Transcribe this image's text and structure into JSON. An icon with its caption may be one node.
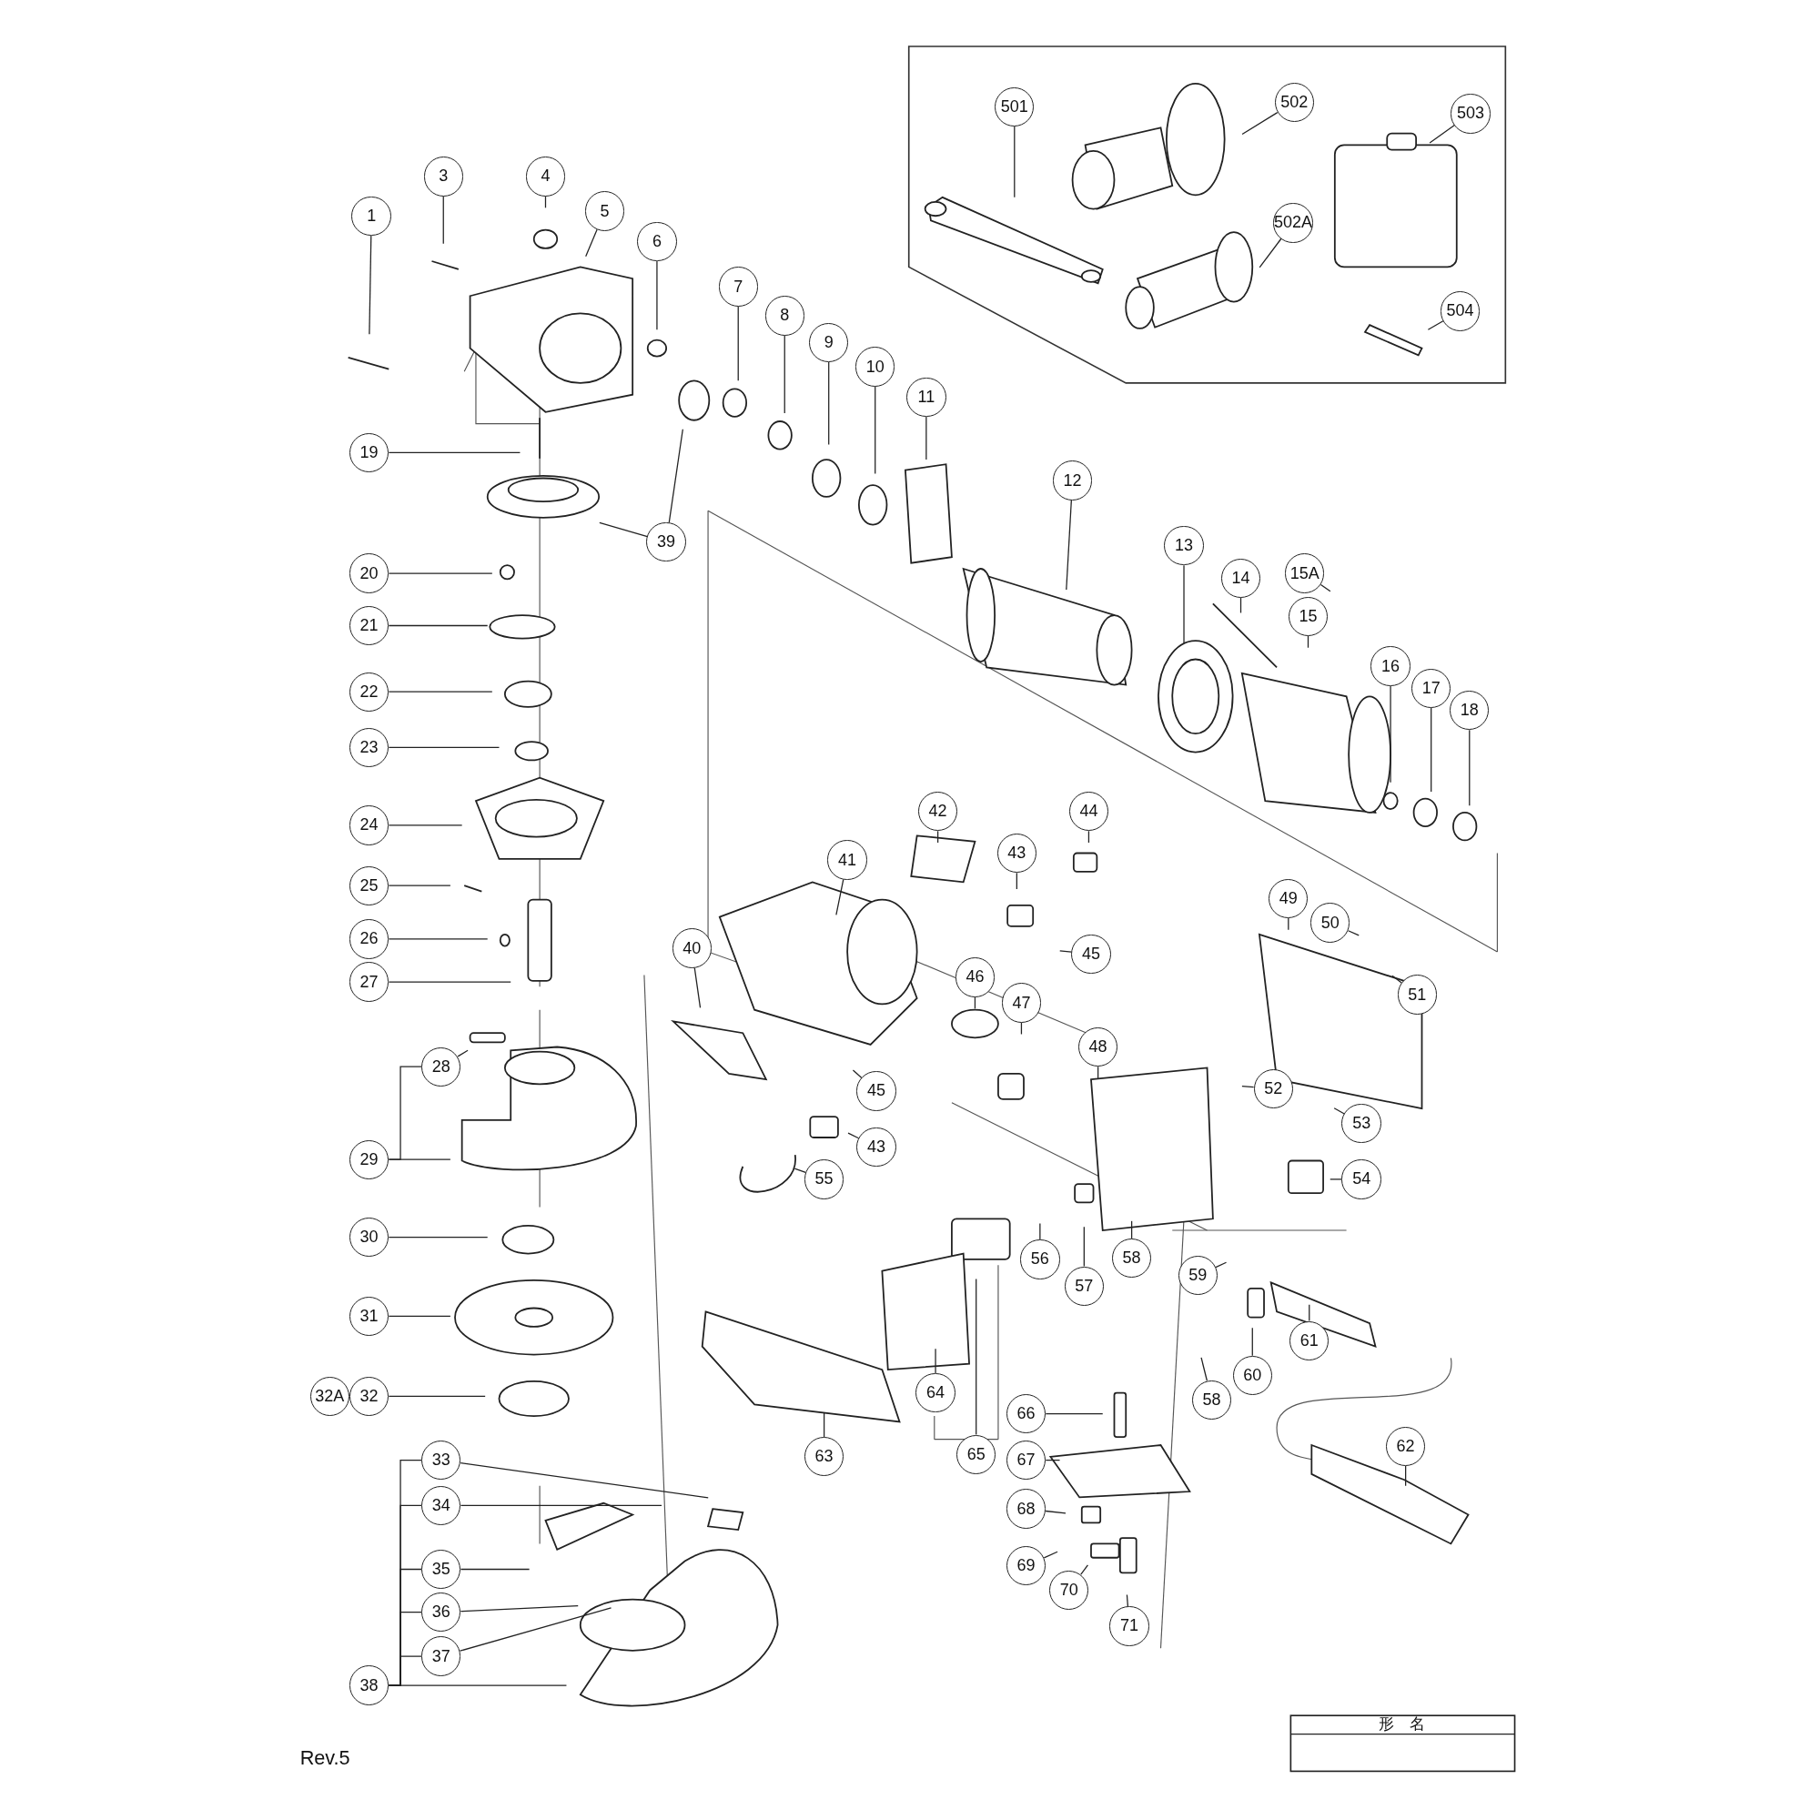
{
  "diagram": {
    "nodes": [
      {
        "text": [
          "1"
        ]
      },
      {
        "text": [
          "3"
        ]
      },
      {
        "text": [
          "4"
        ]
      },
      {
        "text": [
          "5"
        ]
      },
      {
        "text": [
          "6"
        ]
      },
      {
        "text": [
          "7"
        ]
      },
      {
        "text": [
          "8"
        ]
      },
      {
        "text": [
          "9"
        ]
      },
      {
        "text": [
          "10"
        ]
      },
      {
        "text": [
          "11"
        ]
      },
      {
        "text": [
          "12"
        ]
      },
      {
        "text": [
          "13"
        ]
      },
      {
        "text": [
          "14"
        ]
      },
      {
        "text": [
          "15A"
        ]
      },
      {
        "text": [
          "15"
        ]
      },
      {
        "text": [
          "16"
        ]
      },
      {
        "text": [
          "17"
        ]
      },
      {
        "text": [
          "18"
        ]
      },
      {
        "text": [
          "19"
        ]
      },
      {
        "text": [
          "20"
        ]
      },
      {
        "text": [
          "21"
        ]
      },
      {
        "text": [
          "22"
        ]
      },
      {
        "text": [
          "23"
        ]
      },
      {
        "text": [
          "24"
        ]
      },
      {
        "text": [
          "25"
        ]
      },
      {
        "text": [
          "26"
        ]
      },
      {
        "text": [
          "27"
        ]
      },
      {
        "text": [
          "28"
        ]
      },
      {
        "text": [
          "29"
        ]
      },
      {
        "text": [
          "30"
        ]
      },
      {
        "text": [
          "31"
        ]
      },
      {
        "text": [
          "32A"
        ]
      },
      {
        "text": [
          "32"
        ]
      },
      {
        "text": [
          "33"
        ]
      },
      {
        "text": [
          "34"
        ]
      },
      {
        "text": [
          "35"
        ]
      },
      {
        "text": [
          "36"
        ]
      },
      {
        "text": [
          "37"
        ]
      },
      {
        "text": [
          "38"
        ]
      },
      {
        "text": [
          "39"
        ]
      },
      {
        "text": [
          "40"
        ]
      },
      {
        "text": [
          "41"
        ]
      },
      {
        "text": [
          "42"
        ]
      },
      {
        "text": [
          "43"
        ]
      },
      {
        "text": [
          "44"
        ]
      },
      {
        "text": [
          "45"
        ]
      },
      {
        "text": [
          "46"
        ]
      },
      {
        "text": [
          "47"
        ]
      },
      {
        "text": [
          "48"
        ]
      },
      {
        "text": [
          "49"
        ]
      },
      {
        "text": [
          "50"
        ]
      },
      {
        "text": [
          "51"
        ]
      },
      {
        "text": [
          "52"
        ]
      },
      {
        "text": [
          "53"
        ]
      },
      {
        "text": [
          "54"
        ]
      },
      {
        "text": [
          "45"
        ]
      },
      {
        "text": [
          "43"
        ]
      },
      {
        "text": [
          "55"
        ]
      },
      {
        "text": [
          "56"
        ]
      },
      {
        "text": [
          "57"
        ]
      },
      {
        "text": [
          "58"
        ]
      },
      {
        "text": [
          "59"
        ]
      },
      {
        "text": [
          "60"
        ]
      },
      {
        "text": [
          "61"
        ]
      },
      {
        "text": [
          "58"
        ]
      },
      {
        "text": [
          "62"
        ]
      },
      {
        "text": [
          "63"
        ]
      },
      {
        "text": [
          "64"
        ]
      },
      {
        "text": [
          "65"
        ]
      },
      {
        "text": [
          "66"
        ]
      },
      {
        "text": [
          "67"
        ]
      },
      {
        "text": [
          "68"
        ]
      },
      {
        "text": [
          "69"
        ]
      },
      {
        "text": [
          "70"
        ]
      },
      {
        "text": [
          "71"
        ]
      },
      {
        "text": [
          "501"
        ]
      },
      {
        "text": [
          "502"
        ]
      },
      {
        "text": [
          "502A"
        ]
      },
      {
        "text": [
          "503"
        ]
      },
      {
        "text": [
          "504"
        ]
      }
    ],
    "edges": [
      {
        "from": 0,
        "to": null,
        "arrow": "none"
      },
      {
        "from": 1,
        "to": null,
        "arrow": "none"
      },
      {
        "from": 2,
        "to": null,
        "arrow": "none"
      },
      {
        "from": 3,
        "to": null,
        "arrow": "none"
      },
      {
        "from": 4,
        "to": null,
        "arrow": "none"
      },
      {
        "from": 5,
        "to": null,
        "arrow": "none"
      },
      {
        "from": 6,
        "to": null,
        "arrow": "none"
      },
      {
        "from": 7,
        "to": null,
        "arrow": "none"
      },
      {
        "from": 8,
        "to": null,
        "arrow": "none"
      },
      {
        "from": 9,
        "to": null,
        "arrow": "none"
      },
      {
        "from": 10,
        "to": null,
        "arrow": "none"
      },
      {
        "from": 11,
        "to": null,
        "arrow": "none"
      },
      {
        "from": 12,
        "to": null,
        "arrow": "none"
      },
      {
        "from": 13,
        "to": null,
        "arrow": "none"
      },
      {
        "from": 14,
        "to": null,
        "arrow": "none"
      },
      {
        "from": 15,
        "to": null,
        "arrow": "none"
      },
      {
        "from": 16,
        "to": null,
        "arrow": "none"
      },
      {
        "from": 17,
        "to": null,
        "arrow": "none"
      },
      {
        "from": 18,
        "to": null,
        "arrow": "none"
      },
      {
        "from": 19,
        "to": null,
        "arrow": "none"
      },
      {
        "from": 20,
        "to": null,
        "arrow": "none"
      },
      {
        "from": 21,
        "to": null,
        "arrow": "none"
      },
      {
        "from": 22,
        "to": null,
        "arrow": "none"
      },
      {
        "from": 23,
        "to": null,
        "arrow": "none"
      },
      {
        "from": 24,
        "to": null,
        "arrow": "none"
      },
      {
        "from": 25,
        "to": null,
        "arrow": "none"
      },
      {
        "from": 26,
        "to": null,
        "arrow": "none"
      },
      {
        "from": 27,
        "to": null,
        "arrow": "none"
      },
      {
        "from": 28,
        "to": null,
        "arrow": "none"
      },
      {
        "from": 29,
        "to": null,
        "arrow": "none"
      },
      {
        "from": 30,
        "to": null,
        "arrow": "none"
      },
      {
        "from": 32,
        "to": null,
        "arrow": "none"
      },
      {
        "from": 33,
        "to": null,
        "arrow": "none"
      },
      {
        "from": 34,
        "to": null,
        "arrow": "none"
      },
      {
        "from": 35,
        "to": null,
        "arrow": "none"
      },
      {
        "from": 36,
        "to": null,
        "arrow": "none"
      },
      {
        "from": 37,
        "to": null,
        "arrow": "none"
      },
      {
        "from": 38,
        "to": null,
        "arrow": "none"
      },
      {
        "from": 39,
        "to": null,
        "arrow": "none"
      },
      {
        "from": 39,
        "to": null,
        "arrow": "none"
      },
      {
        "from": 40,
        "to": null,
        "arrow": "none"
      },
      {
        "from": 41,
        "to": null,
        "arrow": "none"
      },
      {
        "from": 42,
        "to": null,
        "arrow": "none"
      },
      {
        "from": 43,
        "to": null,
        "arrow": "none"
      },
      {
        "from": 44,
        "to": null,
        "arrow": "none"
      },
      {
        "from": 45,
        "to": null,
        "arrow": "none"
      },
      {
        "from": 46,
        "to": null,
        "arrow": "none"
      },
      {
        "from": 47,
        "to": null,
        "arrow": "none"
      },
      {
        "from": 48,
        "to": null,
        "arrow": "none"
      },
      {
        "from": 49,
        "to": null,
        "arrow": "none"
      },
      {
        "from": 50,
        "to": null,
        "arrow": "none"
      },
      {
        "from": 51,
        "to": null,
        "arrow": "none"
      },
      {
        "from": 52,
        "to": null,
        "arrow": "none"
      },
      {
        "from": 53,
        "to": null,
        "arrow": "none"
      },
      {
        "from": 54,
        "to": null,
        "arrow": "none"
      },
      {
        "from": 55,
        "to": null,
        "arrow": "none"
      },
      {
        "from": 56,
        "to": null,
        "arrow": "none"
      },
      {
        "from": 57,
        "to": null,
        "arrow": "none"
      },
      {
        "from": 58,
        "to": null,
        "arrow": "none"
      },
      {
        "from": 59,
        "to": null,
        "arrow": "none"
      },
      {
        "from": 60,
        "to": null,
        "arrow": "none"
      },
      {
        "from": 61,
        "to": null,
        "arrow": "none"
      },
      {
        "from": 62,
        "to": null,
        "arrow": "none"
      },
      {
        "from": 63,
        "to": null,
        "arrow": "none"
      },
      {
        "from": 64,
        "to": null,
        "arrow": "none"
      },
      {
        "from": 65,
        "to": null,
        "arrow": "none"
      },
      {
        "from": 66,
        "to": null,
        "arrow": "none"
      },
      {
        "from": 67,
        "to": null,
        "arrow": "none"
      },
      {
        "from": 68,
        "to": null,
        "arrow": "none"
      },
      {
        "from": 69,
        "to": null,
        "arrow": "none"
      },
      {
        "from": 70,
        "to": null,
        "arrow": "none"
      },
      {
        "from": 71,
        "to": null,
        "arrow": "none"
      },
      {
        "from": 72,
        "to": null,
        "arrow": "none"
      },
      {
        "from": 73,
        "to": null,
        "arrow": "none"
      },
      {
        "from": 74,
        "to": null,
        "arrow": "none"
      },
      {
        "from": 75,
        "to": null,
        "arrow": "none"
      },
      {
        "from": 76,
        "to": null,
        "arrow": "none"
      },
      {
        "from": 77,
        "to": null,
        "arrow": "none"
      },
      {
        "from": 78,
        "to": null,
        "arrow": "none"
      },
      {
        "from": 79,
        "to": null,
        "arrow": "none"
      },
      {
        "from": 28,
        "to": 27,
        "arrow": "none"
      },
      {
        "from": 38,
        "to": 33,
        "arrow": "none"
      },
      {
        "from": 38,
        "to": 34,
        "arrow": "none"
      },
      {
        "from": 38,
        "to": 35,
        "arrow": "none"
      },
      {
        "from": 38,
        "to": 36,
        "arrow": "none"
      },
      {
        "from": 38,
        "to": 37,
        "arrow": "none"
      }
    ],
    "labels": [
      "形　名",
      "Rev.5"
    ]
  }
}
